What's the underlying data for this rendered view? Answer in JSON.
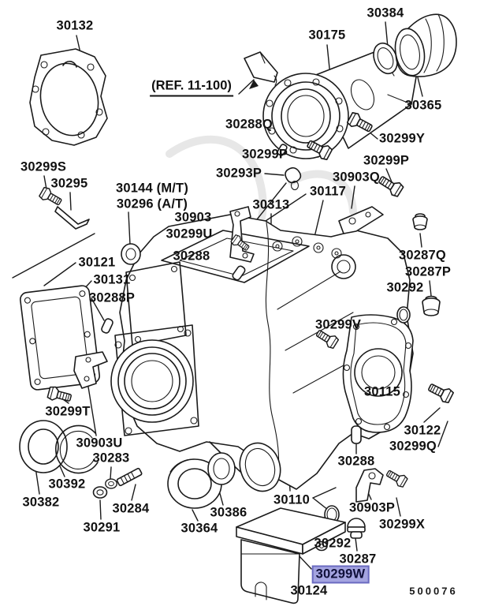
{
  "diagram": {
    "ref_note": "(REF. 11-100)",
    "sheet_code": "500076",
    "highlighted_part": "30299W",
    "colors": {
      "line": "#1a1a1a",
      "highlight_fill": "#a4a4e0",
      "highlight_border": "#6a6ac0",
      "watermark": "#e7e7e7",
      "background": "#ffffff"
    }
  },
  "labels": [
    {
      "text": "30132"
    },
    {
      "text": "30384"
    },
    {
      "text": "30175"
    },
    {
      "text": "30365"
    },
    {
      "text": "30288Q"
    },
    {
      "text": "30299Y"
    },
    {
      "text": "30299P"
    },
    {
      "text": "30293P"
    },
    {
      "text": "30299P"
    },
    {
      "text": "30903Q"
    },
    {
      "text": "30299S"
    },
    {
      "text": "30295"
    },
    {
      "text": "30144 (M/T)"
    },
    {
      "text": "30296 (A/T)"
    },
    {
      "text": "30903"
    },
    {
      "text": "30299U"
    },
    {
      "text": "30313"
    },
    {
      "text": "30117"
    },
    {
      "text": "30288"
    },
    {
      "text": "30287Q"
    },
    {
      "text": "30287P"
    },
    {
      "text": "30292"
    },
    {
      "text": "30121"
    },
    {
      "text": "30131"
    },
    {
      "text": "30288P"
    },
    {
      "text": "30299V"
    },
    {
      "text": "30115"
    },
    {
      "text": "30122"
    },
    {
      "text": "30299Q"
    },
    {
      "text": "30288"
    },
    {
      "text": "30299T"
    },
    {
      "text": "30903U"
    },
    {
      "text": "30283"
    },
    {
      "text": "30392"
    },
    {
      "text": "30382"
    },
    {
      "text": "30284"
    },
    {
      "text": "30291"
    },
    {
      "text": "30386"
    },
    {
      "text": "30364"
    },
    {
      "text": "30110"
    },
    {
      "text": "30903P"
    },
    {
      "text": "30299X"
    },
    {
      "text": "30292"
    },
    {
      "text": "30287"
    },
    {
      "text": "30299W"
    },
    {
      "text": "30124"
    }
  ]
}
